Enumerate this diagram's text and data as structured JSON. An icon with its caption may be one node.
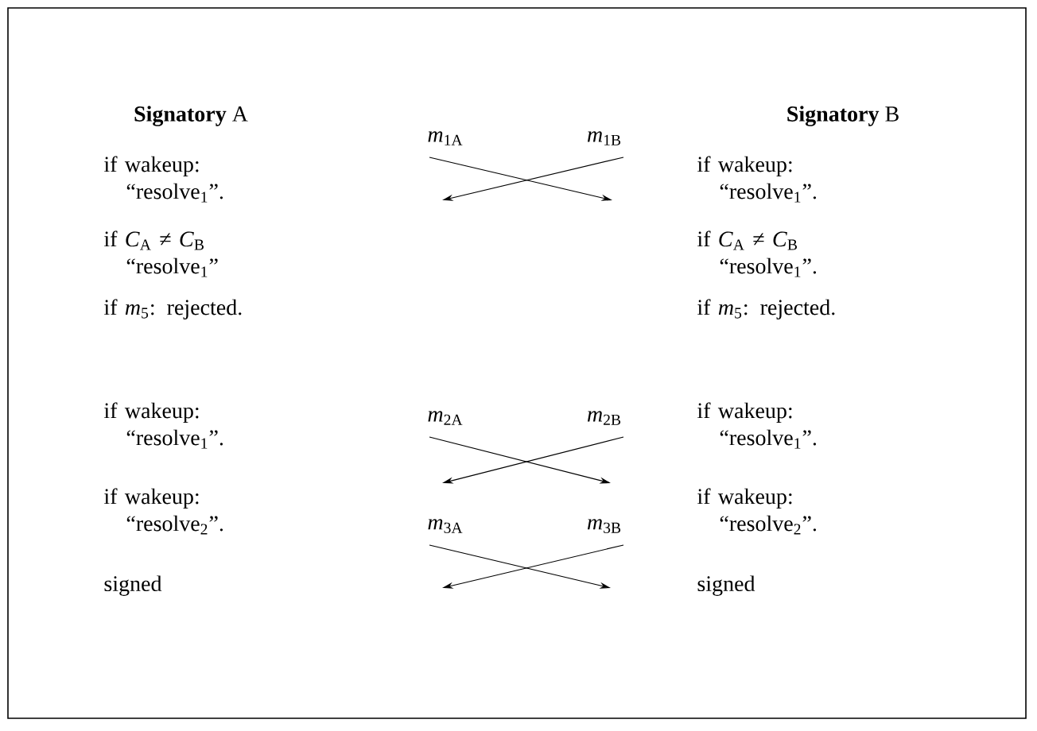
{
  "diagram": {
    "nodes": [
      {
        "text": [
          "if wakeup: “resolve$_{1}$”."
        ]
      },
      {
        "text": [
          "if wakeup: “resolve$_{1}$”."
        ]
      },
      {
        "text": [
          "if *C*$_{A}$ ≠ *C*$_{B}$ “resolve$_{1}$”"
        ]
      },
      {
        "text": [
          "if *C*$_{A}$ ≠ *C*$_{B}$ “resolve$_{1}$”."
        ]
      },
      {
        "text": [
          "if *m*$_{5}$: rejected."
        ]
      },
      {
        "text": [
          "if *m*$_{5}$: rejected."
        ]
      },
      {
        "text": [
          "if wakeup: “resolve$_{1}$”."
        ]
      },
      {
        "text": [
          "if wakeup: “resolve$_{1}$”."
        ]
      },
      {
        "text": [
          "if wakeup: “resolve$_{2}$”."
        ]
      },
      {
        "text": [
          "if wakeup: “resolve$_{2}$”."
        ]
      },
      {
        "text": [
          "signed"
        ]
      },
      {
        "text": [
          "signed"
        ]
      }
    ],
    "labels": [
      "**Signatory** A",
      "**Signatory** B",
      "*m*$_{1A}$",
      "*m*$_{1B}$",
      "*m*$_{2A}$",
      "*m*$_{2B}$",
      "*m*$_{3A}$",
      "*m*$_{3B}$"
    ]
  }
}
